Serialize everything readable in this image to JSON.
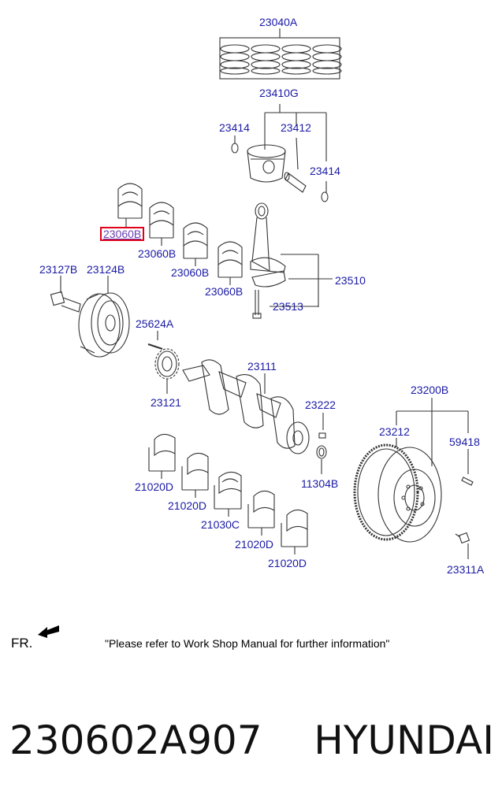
{
  "diagram": {
    "labels": {
      "piston_ring_set": "23040A",
      "piston_assembly": "23410G",
      "snap_ring_left": "23414",
      "piston_pin": "23412",
      "snap_ring_right": "23414",
      "bearing_1_highlighted": "23060B",
      "bearing_2": "23060B",
      "bearing_3": "23060B",
      "bearing_4": "23060B",
      "bolt": "23127B",
      "pulley": "23124B",
      "key": "25624A",
      "sprocket": "23121",
      "crankshaft": "23111",
      "con_rod": "23510",
      "con_rod_bolt": "23513",
      "pin": "23222",
      "flywheel_assy": "23200B",
      "ring_gear": "23212",
      "dowel": "59418",
      "seal": "11304B",
      "main_bearing_1": "21020D",
      "main_bearing_2": "21020D",
      "thrust_bearing": "21030C",
      "main_bearing_3": "21020D",
      "main_bearing_4": "21020D",
      "flywheel_bolt": "23311A"
    },
    "colors": {
      "label": "#1a1aa6",
      "highlight_border": "#e0001b",
      "line": "#333333"
    }
  },
  "footnote": {
    "front_indicator": "FR.",
    "note": "\"Please refer to Work Shop Manual for further information\""
  },
  "footer": {
    "part_number": "230602A907",
    "brand": "HYUNDAI"
  }
}
